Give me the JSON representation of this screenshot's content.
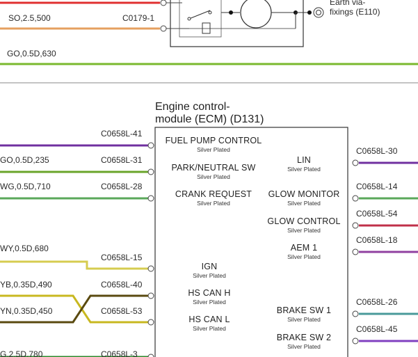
{
  "top": {
    "wire1_label": "SO,2.5,500",
    "wire1_conn": "C0179-1",
    "wire2_label": "GO,0.5D,630",
    "earth_label_line1": "Earth via-",
    "earth_label_line2": "fixings (E110)"
  },
  "ecm": {
    "title_line1": "Engine control-",
    "title_line2": "module (ECM) (D131)",
    "plating": "Silver Plated",
    "left_pins": [
      "FUEL PUMP CONTROL",
      "PARK/NEUTRAL SW",
      "CRANK REQUEST"
    ],
    "left_inner_pins": [
      "IGN",
      "HS CAN H",
      "HS CAN L"
    ],
    "right_pins": [
      "LIN",
      "GLOW MONITOR",
      "GLOW CONTROL",
      "AEM 1",
      "BRAKE SW 1",
      "BRAKE SW 2"
    ]
  },
  "left_wires": [
    {
      "label": "",
      "conn": "C0658L-41",
      "color": "#7030a0"
    },
    {
      "label": "GO,0.5D,235",
      "conn": "C0658L-31",
      "color": "#6aa52a"
    },
    {
      "label": "WG,0.5D,710",
      "conn": "C0658L-28",
      "color": "#5aa85a"
    },
    {
      "label": "WY,0.5D,680",
      "conn": "C0658L-15",
      "color": "#d6cc50"
    },
    {
      "label": "YB,0.35D,490",
      "conn": "C0658L-40",
      "color": "#c8b820"
    },
    {
      "label": "YN,0.35D,450",
      "conn": "C0658L-53",
      "color": "#5a4a10"
    },
    {
      "label": "G,2.5D,780",
      "conn": "C0658L-3",
      "color": "#2e8b2e"
    }
  ],
  "right_wires": [
    {
      "conn": "C0658L-30",
      "color": "#7030a0"
    },
    {
      "conn": "C0658L-14",
      "color": "#5aa85a"
    },
    {
      "conn": "C0658L-54",
      "color": "#c0304a"
    },
    {
      "conn": "C0658L-18",
      "color": "#9040a0"
    },
    {
      "conn": "C0658L-26",
      "color": "#4a9a9a"
    },
    {
      "conn": "C0658L-45",
      "color": "#8040c0"
    }
  ]
}
